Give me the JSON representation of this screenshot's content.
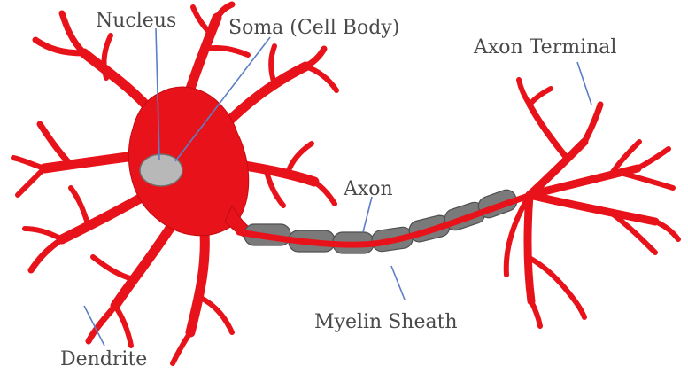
{
  "labels": {
    "nucleus": "Nucleus",
    "soma": "Soma (Cell Body)",
    "axon_terminal": "Axon Terminal",
    "axon": "Axon",
    "myelin_sheath": "Myelin Sheath",
    "dendrite": "Dendrite"
  },
  "colors": {
    "neuron_red": "#e8131a",
    "myelin_gray": "#7a7a7a",
    "nucleus_gray": "#b8b8b8",
    "leader_blue": "#5b7fc4",
    "label_text": "#4a4a4a"
  }
}
